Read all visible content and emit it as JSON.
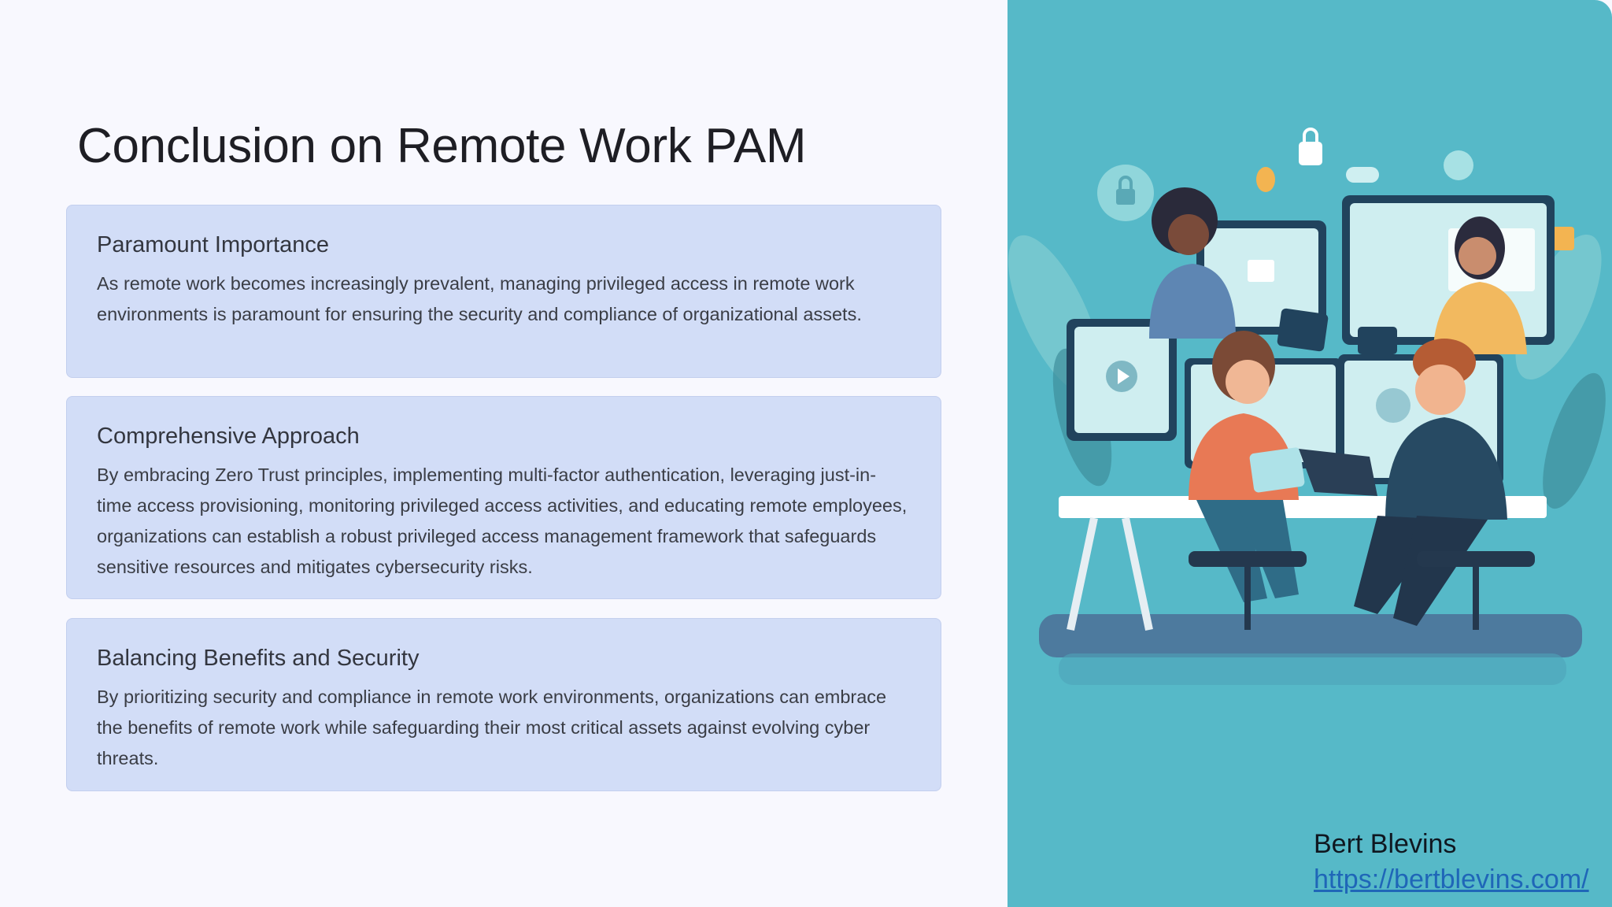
{
  "slide": {
    "title": "Conclusion on Remote Work PAM",
    "sections": [
      {
        "heading": "Paramount Importance",
        "body": "As remote work becomes increasingly prevalent, managing privileged access in remote work environments is paramount for ensuring the security and compliance of organizational assets."
      },
      {
        "heading": "Comprehensive Approach",
        "body": "By embracing Zero Trust principles, implementing multi-factor authentication, leveraging just-in-time access provisioning, monitoring privileged access activities, and educating remote employees, organizations can establish a robust privileged access management framework that safeguards sensitive resources and mitigates cybersecurity risks."
      },
      {
        "heading": "Balancing Benefits and Security",
        "body": "By prioritizing security and compliance in remote work environments, organizations can embrace the benefits of remote work while safeguarding their most critical assets against evolving cyber threats."
      }
    ]
  },
  "footer": {
    "author": "Bert Blevins",
    "url": "https://bertblevins.com/"
  },
  "colors": {
    "panel": "#56b9c8",
    "card": "#d2ddf7",
    "link": "#1f66b8"
  },
  "illustration": {
    "name": "remote-team-workspace-illustration"
  }
}
